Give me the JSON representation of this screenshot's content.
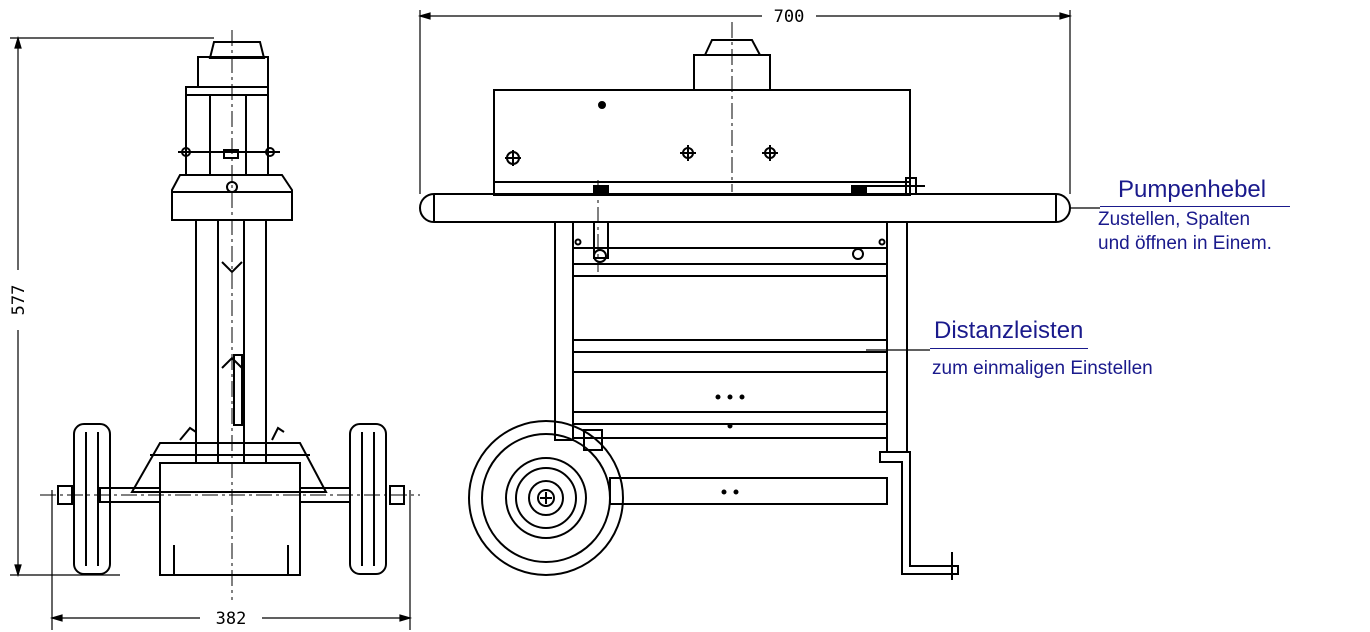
{
  "dimensions": {
    "width_top": "700",
    "height_left": "577",
    "width_bottom": "382"
  },
  "callouts": {
    "pumpenhebel": {
      "title": "Pumpenhebel",
      "lines": [
        "Zustellen, Spalten",
        "und öffnen in Einem."
      ]
    },
    "distanzleisten": {
      "title": "Distanzleisten",
      "lines": [
        "zum einmaligen Einstellen"
      ]
    }
  },
  "colors": {
    "label_text": "#1a1a8c",
    "line": "#000000"
  }
}
